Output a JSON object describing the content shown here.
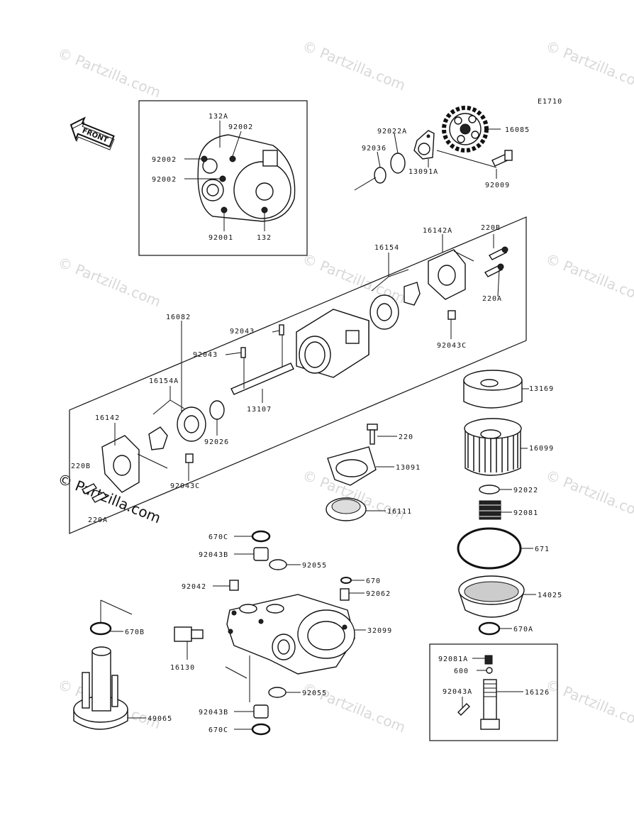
{
  "diagram_code": "E1710",
  "front_label": "FRONT",
  "watermark_text": "© Partzilla.com",
  "callouts": {
    "p132A": "132A",
    "p92002a": "92002",
    "p92002b": "92002",
    "p92002c": "92002",
    "p92001": "92001",
    "p132": "132",
    "p92022A": "92022A",
    "p92036": "92036",
    "p16085": "16085",
    "p13091A": "13091A",
    "p92009": "92009",
    "p16154": "16154",
    "p16142A": "16142A",
    "p220B_top": "220B",
    "p220A_top": "220A",
    "p16082": "16082",
    "p92043_top": "92043",
    "p92043_mid": "92043",
    "p92043C_top": "92043C",
    "p16154A": "16154A",
    "p16142": "16142",
    "p92026": "92026",
    "p13107": "13107",
    "p92043C_bot": "92043C",
    "p220B_bot": "220B",
    "p220A_bot": "220A",
    "p13169": "13169",
    "p220": "220",
    "p16099": "16099",
    "p13091": "13091",
    "p92022": "92022",
    "p16111": "16111",
    "p92081": "92081",
    "p671": "671",
    "p670C_top": "670C",
    "p92043B_top": "92043B",
    "p92055_top": "92055",
    "p92042": "92042",
    "p670": "670",
    "p92062": "92062",
    "p14025": "14025",
    "p670B": "670B",
    "p32099": "32099",
    "p670A": "670A",
    "p16130": "16130",
    "p92081A": "92081A",
    "p600": "600",
    "p92043A": "92043A",
    "p16126": "16126",
    "p92055_bot": "92055",
    "p49065": "49065",
    "p92043B_bot": "92043B",
    "p670C_bot": "670C"
  },
  "colors": {
    "line": "#111111",
    "watermark": "#d8d8d8",
    "background": "#ffffff"
  }
}
